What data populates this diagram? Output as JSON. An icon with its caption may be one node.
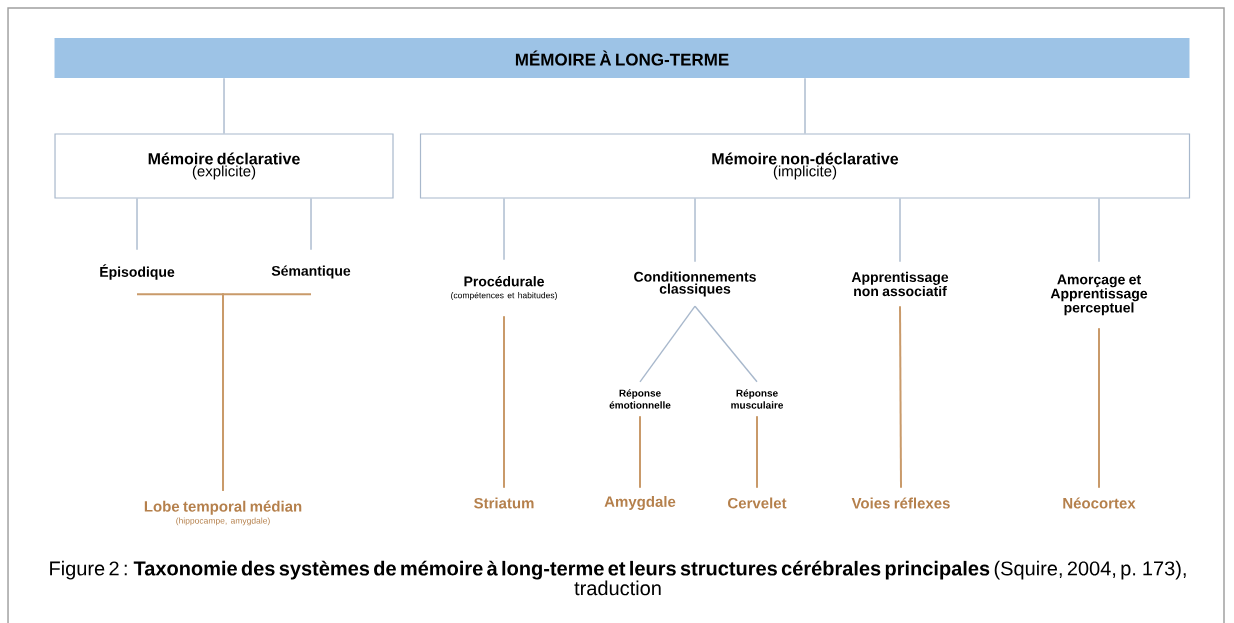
{
  "diagram": {
    "caption": "Figure 2 : **Taxonomie des systèmes de mémoire à long-terme et leurs structures cérébrales principales** (Squire, 2004, p. 173), traduction",
    "nodes": [
      {
        "text": [
          "MÉMOIRE À LONG-TERME"
        ]
      },
      {
        "text": [
          "Mémoire déclarative",
          "(explicite)"
        ]
      },
      {
        "text": [
          "Mémoire non-déclarative",
          "(implicite)"
        ]
      },
      {
        "text": [
          "Épisodique"
        ]
      },
      {
        "text": [
          "Sémantique"
        ]
      },
      {
        "text": [
          "Procédurale",
          "(compétences et habitudes)"
        ]
      },
      {
        "text": [
          "Conditionnements classiques"
        ]
      },
      {
        "text": [
          "Apprentissage non associatif"
        ]
      },
      {
        "text": [
          "Amorçage et Apprentissage perceptuel"
        ]
      },
      {
        "text": [
          "Réponse émotionnelle"
        ]
      },
      {
        "text": [
          "Réponse musculaire"
        ]
      },
      {
        "text": [
          "Lobe temporal médian",
          "(hippocampe, amygdale)"
        ]
      },
      {
        "text": [
          "Striatum"
        ]
      },
      {
        "text": [
          "Amygdale"
        ]
      },
      {
        "text": [
          "Cervelet"
        ]
      },
      {
        "text": [
          "Voies réflexes"
        ]
      },
      {
        "text": [
          "Néocortex"
        ]
      }
    ],
    "edges": [
      {
        "from": 0,
        "to": 1,
        "arrow": "none"
      },
      {
        "from": 0,
        "to": 2,
        "arrow": "none"
      },
      {
        "from": 1,
        "to": 3,
        "arrow": "none"
      },
      {
        "from": 1,
        "to": 4,
        "arrow": "none"
      },
      {
        "from": 2,
        "to": 5,
        "arrow": "none"
      },
      {
        "from": 2,
        "to": 6,
        "arrow": "none"
      },
      {
        "from": 2,
        "to": 7,
        "arrow": "none"
      },
      {
        "from": 2,
        "to": 8,
        "arrow": "none"
      },
      {
        "from": 6,
        "to": 9,
        "arrow": "none"
      },
      {
        "from": 6,
        "to": 10,
        "arrow": "none"
      },
      {
        "from": 3,
        "to": 11,
        "arrow": "none",
        "color": "#c99a6a"
      },
      {
        "from": 4,
        "to": 11,
        "arrow": "none",
        "color": "#c99a6a"
      },
      {
        "from": 5,
        "to": 12,
        "arrow": "none",
        "color": "#c99a6a"
      },
      {
        "from": 9,
        "to": 13,
        "arrow": "none",
        "color": "#c99a6a"
      },
      {
        "from": 10,
        "to": 14,
        "arrow": "none",
        "color": "#c99a6a"
      },
      {
        "from": 7,
        "to": 15,
        "arrow": "none",
        "color": "#c99a6a"
      },
      {
        "from": 8,
        "to": 16,
        "arrow": "none",
        "color": "#c99a6a"
      }
    ]
  }
}
